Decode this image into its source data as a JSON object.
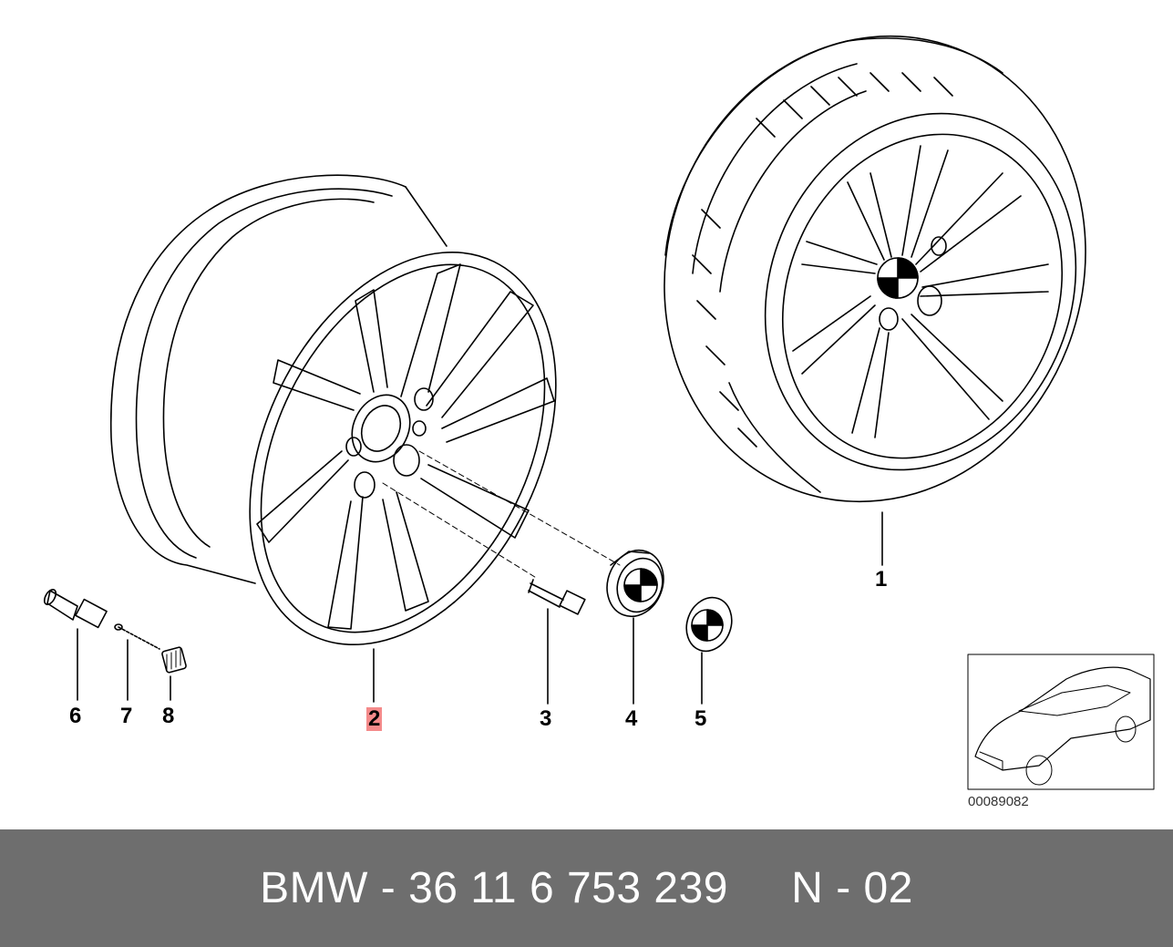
{
  "callouts": {
    "c1": "1",
    "c2": "2",
    "c3": "3",
    "c4": "4",
    "c5": "5",
    "c6": "6",
    "c7": "7",
    "c8": "8"
  },
  "reference_code": "00089082",
  "footer": {
    "brand": "BMW",
    "sep": " - ",
    "part_number": "36 11 6 753 239",
    "gap": "     ",
    "variant": "N - 02"
  },
  "colors": {
    "highlight": "#f48a8a",
    "footer_bg": "#6e6e6e",
    "footer_text": "#ffffff",
    "line": "#000000"
  },
  "icons": [
    "wheel-rim",
    "wheel-with-tire",
    "wheel-bolt",
    "hub-cap",
    "emblem",
    "valve",
    "valve-core",
    "valve-cap",
    "car-thumbnail"
  ]
}
